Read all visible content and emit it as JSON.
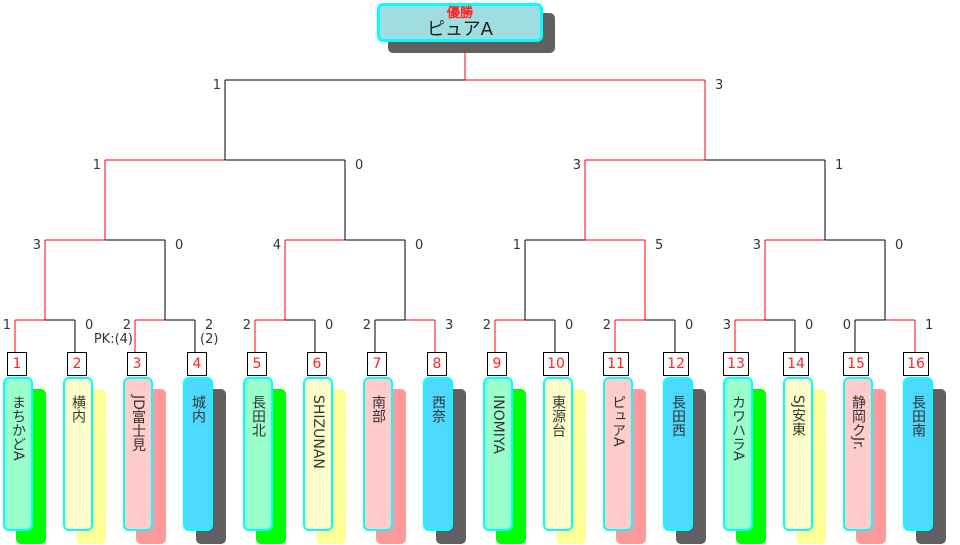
{
  "champion": {
    "title": "優勝",
    "name": "ピュアA"
  },
  "teams": [
    {
      "seed": "1",
      "name": "まちかどA"
    },
    {
      "seed": "2",
      "name": "横内"
    },
    {
      "seed": "3",
      "name": "JD富士見"
    },
    {
      "seed": "4",
      "name": "城内"
    },
    {
      "seed": "5",
      "name": "長田北"
    },
    {
      "seed": "6",
      "name": "SHIZUNAN"
    },
    {
      "seed": "7",
      "name": "南部"
    },
    {
      "seed": "8",
      "name": "西奈"
    },
    {
      "seed": "9",
      "name": "INOMIYA"
    },
    {
      "seed": "10",
      "name": "東源台"
    },
    {
      "seed": "11",
      "name": "ピュアA"
    },
    {
      "seed": "12",
      "name": "長田西"
    },
    {
      "seed": "13",
      "name": "カワハラA"
    },
    {
      "seed": "14",
      "name": "SJ安東"
    },
    {
      "seed": "15",
      "name": "静岡クJr."
    },
    {
      "seed": "16",
      "name": "長田南"
    }
  ],
  "rounds": [
    [
      {
        "left": "1",
        "right": "0",
        "winner": "left"
      },
      {
        "left": "2",
        "right": "2",
        "left_pk": "PK:(4)",
        "right_pk": "(2)",
        "winner": "left"
      },
      {
        "left": "2",
        "right": "0",
        "winner": "left"
      },
      {
        "left": "2",
        "right": "3",
        "winner": "right"
      },
      {
        "left": "2",
        "right": "0",
        "winner": "left"
      },
      {
        "left": "2",
        "right": "0",
        "winner": "left"
      },
      {
        "left": "3",
        "right": "0",
        "winner": "left"
      },
      {
        "left": "0",
        "right": "1",
        "winner": "right"
      }
    ],
    [
      {
        "left": "3",
        "right": "0",
        "winner": "left"
      },
      {
        "left": "4",
        "right": "0",
        "winner": "left"
      },
      {
        "left": "1",
        "right": "5",
        "winner": "right"
      },
      {
        "left": "3",
        "right": "0",
        "winner": "left"
      }
    ],
    [
      {
        "left": "1",
        "right": "0",
        "winner": "left"
      },
      {
        "left": "3",
        "right": "1",
        "winner": "left"
      }
    ],
    [
      {
        "left": "1",
        "right": "3",
        "winner": "right"
      }
    ]
  ],
  "colors": {
    "win": "#ff0000",
    "line": "#000000",
    "cards": [
      "#99ffcc",
      "#ffffcc",
      "#ffcccc",
      "#4dd9ff"
    ],
    "shadows": [
      "#00ff00",
      "#ffff99",
      "#ff9999",
      "#606060"
    ]
  }
}
